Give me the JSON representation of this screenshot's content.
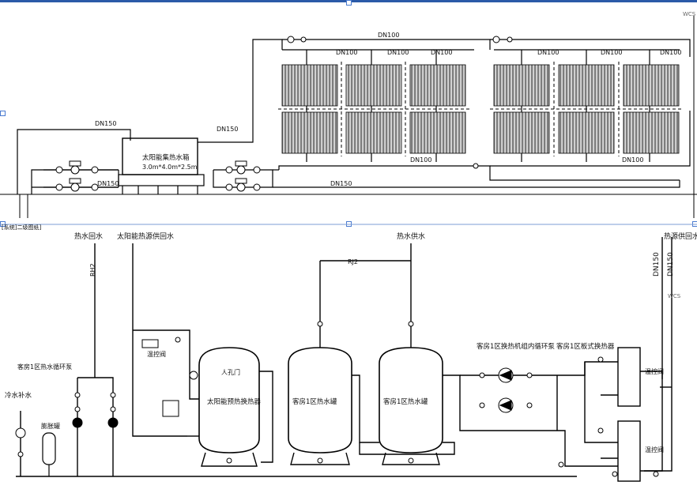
{
  "window": {
    "frame_color": "#2b5aa8",
    "badge_top": "WCS",
    "badge_side": "WCS"
  },
  "top_view": {
    "pipe_labels": [
      "DN100",
      "DN100",
      "DN100",
      "DN100",
      "DN100",
      "DN100",
      "DN100",
      "DN100",
      "DN100",
      "DN150",
      "DN150",
      "DN150",
      "DN150"
    ],
    "tank_title": "太阳能集热水箱",
    "tank_size": "3.0m*4.0m*2.5m",
    "section_caption": "[系统]二级图纸]"
  },
  "bottom_view": {
    "labels": {
      "hot_return": "热水回水",
      "solar_return": "太阳能热源供回水",
      "hot_supply": "热水供水",
      "right_return": "热源供回水",
      "cold_makeup": "冷水补水",
      "rh2": "RH2",
      "rj2": "RJ2",
      "dn150_a": "DN150",
      "dn150_b": "DN150",
      "circ_pump": "客房1区热水循环泵",
      "expansion": "膨胀罐",
      "temp_valve": "温控阀",
      "manhole": "人孔门",
      "heater": "太阳能预热换热器",
      "tank_a": "客房1区热水罐",
      "tank_b": "客房1区热水罐",
      "hx_pump": "客房1区换热机组内循环泵",
      "plate_hx": "客房1区板式换热器",
      "temp_valve_r1": "温控阀",
      "temp_valve_r2": "温控阀"
    }
  },
  "colors": {
    "line": "#000000",
    "panel_fill": "#8c8c8c",
    "panel_stripe": "#d9d9d9",
    "frame": "#2b5aa8"
  }
}
